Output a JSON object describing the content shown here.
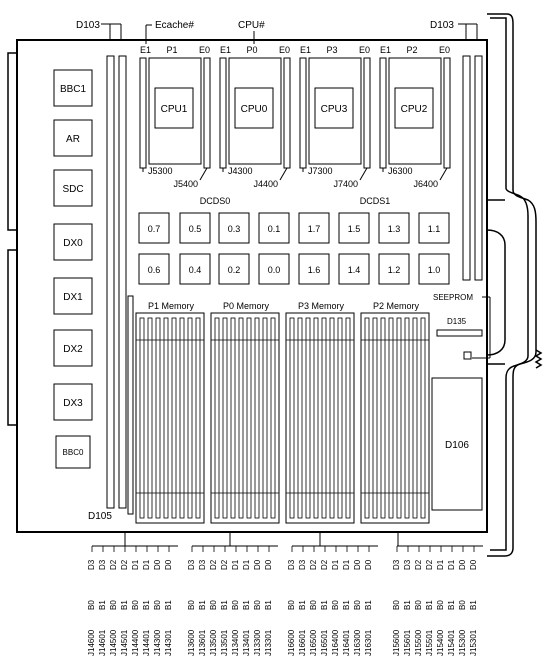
{
  "top_labels": {
    "d103_left": "D103",
    "ecache": "Ecache#",
    "cpu_hash": "CPU#",
    "d103_right": "D103"
  },
  "left_chips": [
    "BBC1",
    "AR",
    "SDC",
    "DX0",
    "DX1",
    "DX2",
    "DX3"
  ],
  "bbc0": "BBC0",
  "cpus": [
    {
      "e1": "E1",
      "slot": "P1",
      "e0": "E0",
      "chip": "CPU1",
      "j_top": "J5300",
      "j_bot": "J5400"
    },
    {
      "e1": "E1",
      "slot": "P0",
      "e0": "E0",
      "chip": "CPU0",
      "j_top": "J4300",
      "j_bot": "J4400"
    },
    {
      "e1": "E1",
      "slot": "P3",
      "e0": "E0",
      "chip": "CPU3",
      "j_top": "J7300",
      "j_bot": "J7400"
    },
    {
      "e1": "E1",
      "slot": "P2",
      "e0": "E0",
      "chip": "CPU2",
      "j_top": "J6300",
      "j_bot": "J6400"
    }
  ],
  "dcds_labels": [
    "DCDS0",
    "DCDS1"
  ],
  "dcds_row1": [
    "0.7",
    "0.5",
    "0.3",
    "0.1",
    "1.7",
    "1.5",
    "1.3",
    "1.1"
  ],
  "dcds_row2": [
    "0.6",
    "0.4",
    "0.2",
    "0.0",
    "1.6",
    "1.4",
    "1.2",
    "1.0"
  ],
  "memory_labels": [
    "P1 Memory",
    "P0 Memory",
    "P3 Memory",
    "P2 Memory"
  ],
  "seeprom": "SEEPROM",
  "d135": "D135",
  "d106": "D106",
  "d105": "D105",
  "dimm_groups": [
    {
      "d": [
        "D3",
        "D3",
        "D2",
        "D2",
        "D1",
        "D1",
        "D0",
        "D0"
      ],
      "b": [
        "B0",
        "B1",
        "B0",
        "B1",
        "B0",
        "B1",
        "B0",
        "B1"
      ],
      "j": [
        "J14600",
        "J14601",
        "J14500",
        "J14501",
        "J14400",
        "J14401",
        "J14300",
        "J14301"
      ]
    },
    {
      "d": [
        "D3",
        "D3",
        "D2",
        "D2",
        "D1",
        "D1",
        "D0",
        "D0"
      ],
      "b": [
        "B0",
        "B1",
        "B0",
        "B1",
        "B0",
        "B1",
        "B0",
        "B1"
      ],
      "j": [
        "J13600",
        "J13601",
        "J13500",
        "J13501",
        "J13400",
        "J13401",
        "J13300",
        "J13301"
      ]
    },
    {
      "d": [
        "D3",
        "D3",
        "D2",
        "D2",
        "D1",
        "D1",
        "D0",
        "D0"
      ],
      "b": [
        "B0",
        "B1",
        "B0",
        "B1",
        "B0",
        "B1",
        "B0",
        "B1"
      ],
      "j": [
        "J16600",
        "J16601",
        "J16500",
        "J16501",
        "J16400",
        "J16401",
        "J16300",
        "J16301"
      ]
    },
    {
      "d": [
        "D3",
        "D3",
        "D2",
        "D2",
        "D1",
        "D1",
        "D0",
        "D0"
      ],
      "b": [
        "B0",
        "B1",
        "B0",
        "B1",
        "B0",
        "B1",
        "B0",
        "B1"
      ],
      "j": [
        "J15600",
        "J15601",
        "J15500",
        "J15501",
        "J15400",
        "J15401",
        "J15300",
        "J15301"
      ]
    }
  ]
}
